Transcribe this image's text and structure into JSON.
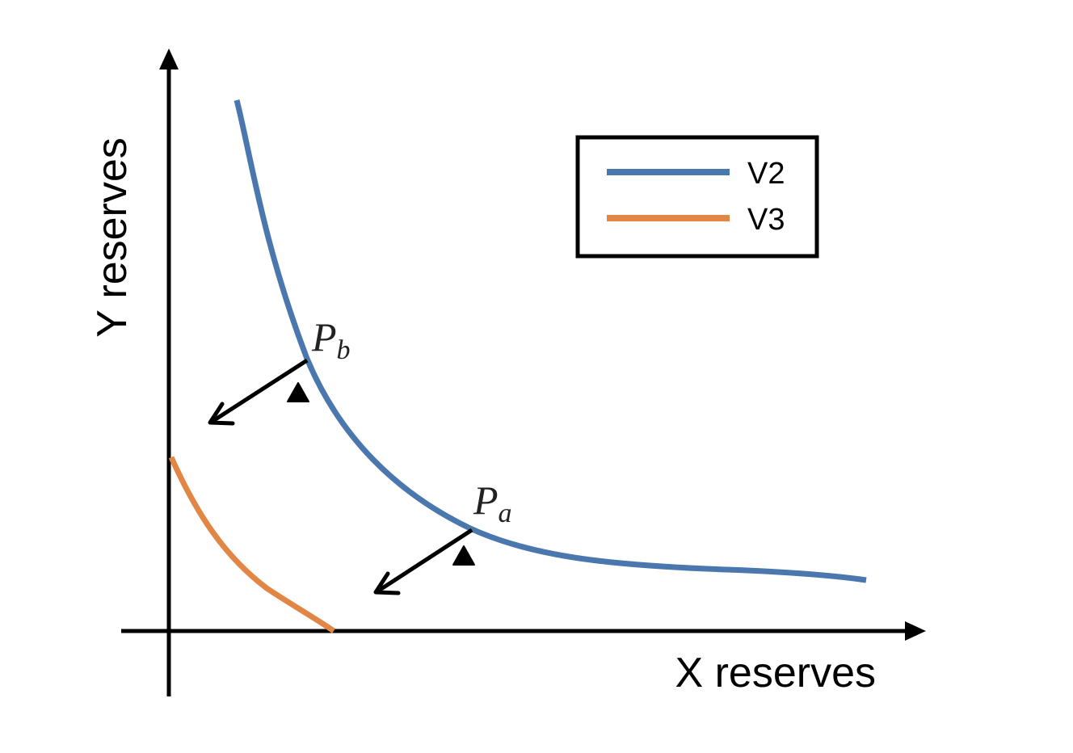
{
  "axes": {
    "x_label": "X reserves",
    "y_label": "Y reserves",
    "color": "#000000"
  },
  "legend": {
    "items": [
      {
        "label": "V2",
        "color": "#4a77ad"
      },
      {
        "label": "V3",
        "color": "#e28645"
      }
    ]
  },
  "points": [
    {
      "main": "P",
      "sub": "b"
    },
    {
      "main": "P",
      "sub": "a"
    }
  ],
  "arrow_markers": [
    {
      "glyph": "▲"
    },
    {
      "glyph": "▲"
    }
  ]
}
